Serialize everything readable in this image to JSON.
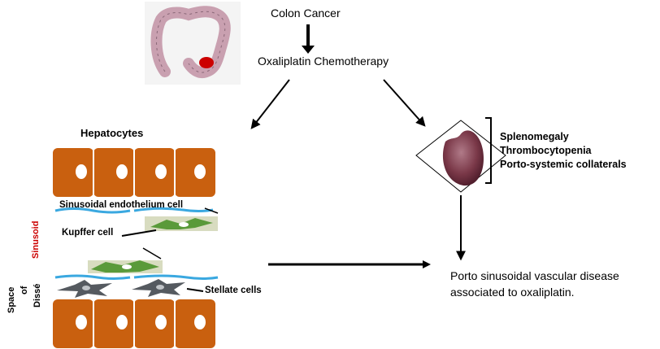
{
  "colon_cancer": "Colon Cancer",
  "chemotherapy": "Oxaliplatin Chemotherapy",
  "hepatocytes": "Hepatocytes",
  "spleen_effects": [
    "Splenomegaly",
    "Thrombocytopenia",
    "Porto-systemic collaterals"
  ],
  "labels": {
    "sinusoidal_endothelium": "Sinusoidal endothelium cell",
    "kupffer": "Kupffer cell",
    "stellate": "Stellate cells"
  },
  "side_labels": {
    "sinusoid": "Sinusoid",
    "space_of_disse_1": "Space",
    "space_of_disse_2": "of",
    "space_of_disse_3": "Dissé"
  },
  "result": "Porto sinusoidal vascular disease associated to oxaliplatin.",
  "colors": {
    "hepatocyte": "#c9600f",
    "endothelium": "#3aa8e0",
    "kupffer_cell": "#5a9a3a",
    "kupffer_bg": "#d8dcc0",
    "stellate": "#555a60",
    "sinusoid_label": "#cc0000",
    "colon": "#c9a0b0",
    "tumor": "#cc0000",
    "spleen": "#7a3848"
  }
}
